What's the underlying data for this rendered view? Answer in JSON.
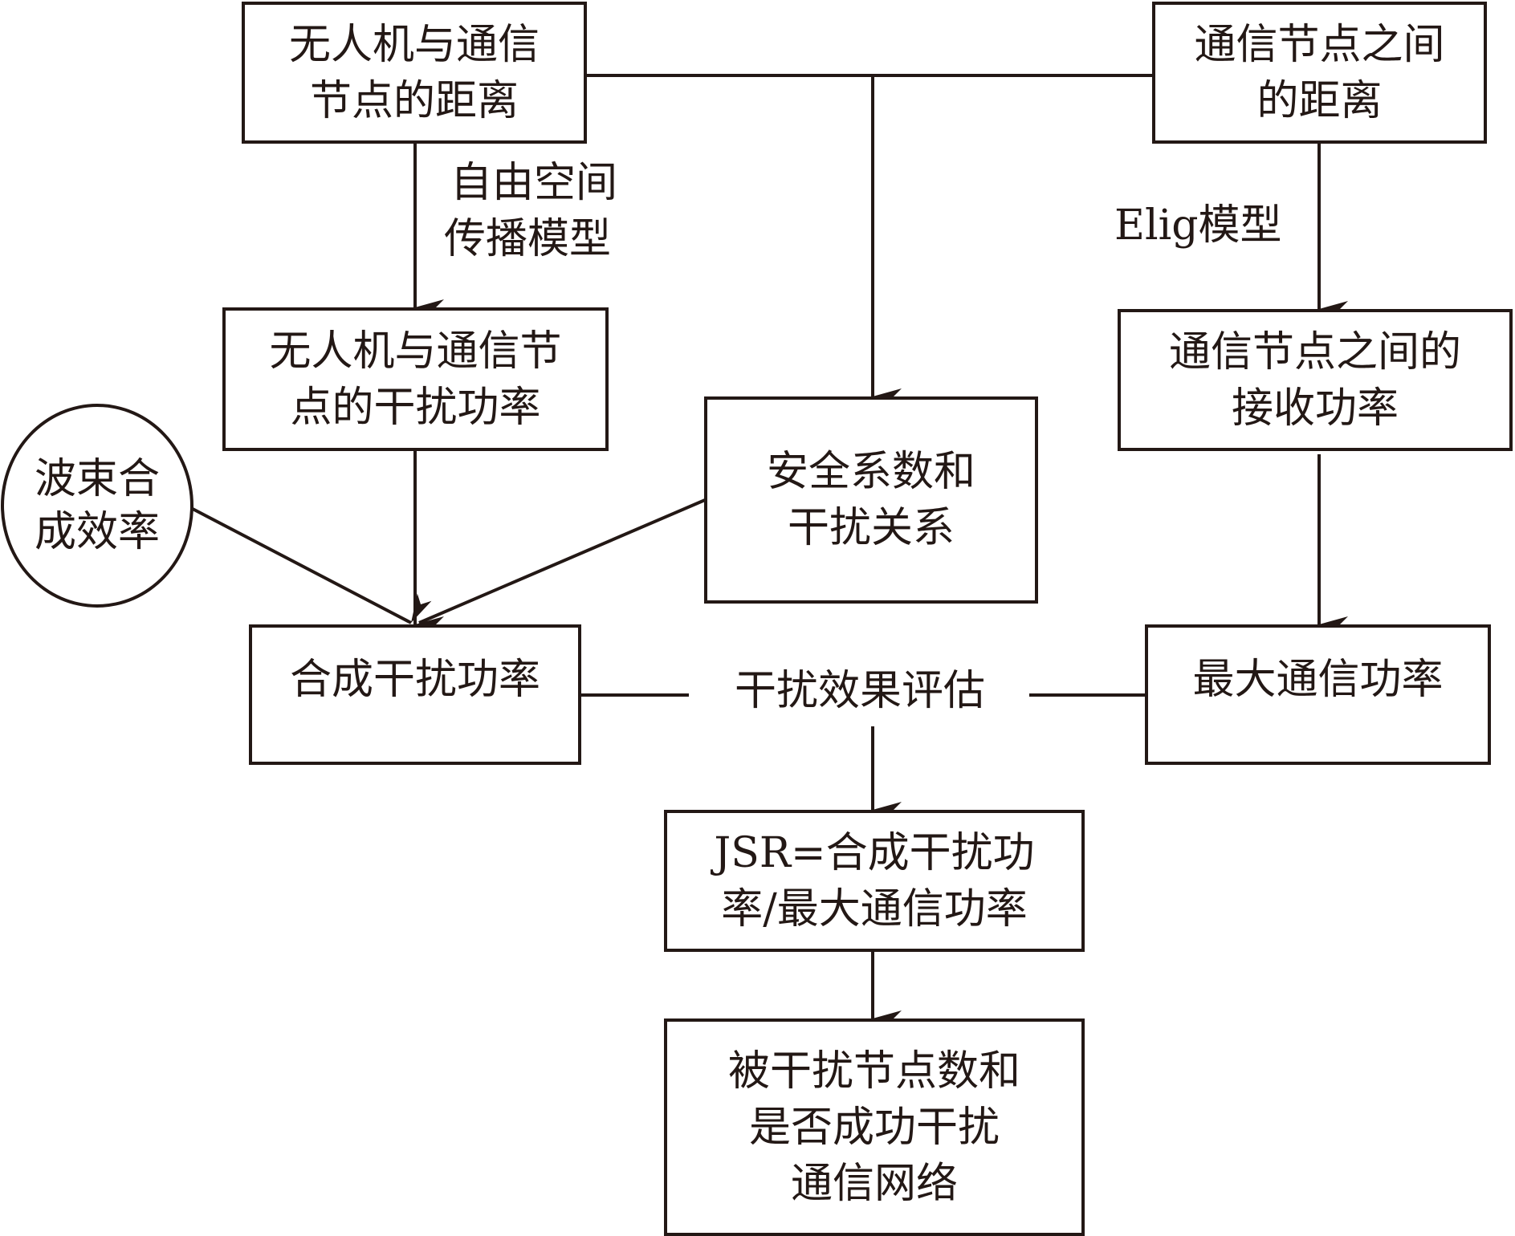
{
  "diagram": {
    "nodes": {
      "uav_node_distance": [
        "无人机与通信",
        "节点的距离"
      ],
      "node_node_distance": [
        "通信节点之间",
        "的距离"
      ],
      "uav_interference_power": [
        "无人机与通信节",
        "点的干扰功率"
      ],
      "node_received_power": [
        "通信节点之间的",
        "接收功率"
      ],
      "safety_factor": [
        "安全系数和",
        "干扰关系"
      ],
      "beam_efficiency": [
        "波束合",
        "成效率"
      ],
      "combined_interference_power": [
        "合成干扰功率"
      ],
      "max_comm_power": [
        "最大通信功率"
      ],
      "jsr": [
        "JSR=合成干扰功",
        "率/最大通信功率"
      ],
      "result": [
        "被干扰节点数和",
        "是否成功干扰",
        "通信网络"
      ]
    },
    "edge_labels": {
      "free_space_model": [
        "自由空间",
        "传播模型"
      ],
      "elig_model": [
        "Elig模型"
      ],
      "evaluation": [
        "干扰效果评估"
      ]
    },
    "edges": [
      {
        "from": "uav_node_distance",
        "to": "uav_interference_power",
        "label": "free_space_model"
      },
      {
        "from": "node_node_distance",
        "to": "node_received_power",
        "label": "elig_model"
      },
      {
        "from": "uav_node_distance+node_node_distance",
        "to": "safety_factor"
      },
      {
        "from": "uav_interference_power",
        "to": "combined_interference_power"
      },
      {
        "from": "beam_efficiency",
        "to": "combined_interference_power"
      },
      {
        "from": "safety_factor",
        "to": "combined_interference_power"
      },
      {
        "from": "node_received_power",
        "to": "max_comm_power"
      },
      {
        "from": "combined_interference_power+max_comm_power",
        "to": "jsr",
        "label": "evaluation"
      },
      {
        "from": "jsr",
        "to": "result"
      }
    ]
  }
}
